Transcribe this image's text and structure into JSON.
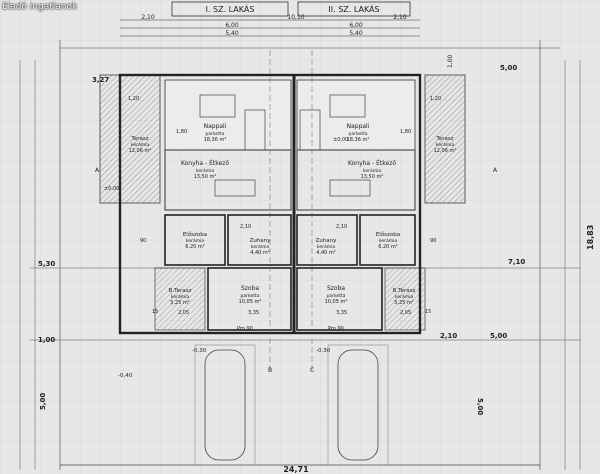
{
  "watermark": "Eladó ingatlanok",
  "headers": {
    "left": "I. SZ. LAKÁS",
    "right": "II. SZ. LAKÁS"
  },
  "colors": {
    "paper": "#e6e7e6",
    "ink": "#2a2a2a",
    "grid": "#b9bcbd",
    "background": "#cfd3d6"
  },
  "dimensions": {
    "top_total": "10,10",
    "top_left": "2,10",
    "top_right": "2,10",
    "top_mid_left": "6,00",
    "top_mid_right": "6,00",
    "top_inner_left": "5,40",
    "top_inner_right": "5,40",
    "left_side": "3,27",
    "right_side_top": "5,00",
    "right_corner": "1,00",
    "left_mid": "5,30",
    "right_mid": "7,10",
    "right_total": "18,83",
    "bottom_left": "1,00",
    "bottom_right_a": "2,10",
    "bottom_right_b": "5,00",
    "bottom_total": "24,71",
    "left_bottom": "5,00",
    "right_bottom": "5,00",
    "level_a": "-0,30",
    "level_b": "-0,30",
    "level_c": "-0,40",
    "level_zero": "±0,00",
    "pm_left": "Pm 90",
    "pm_right": "Pm 90",
    "dim_335": "3,35",
    "dim_205": "2,05",
    "dim_210": "2,10",
    "dim_120": "1,20",
    "dim_180": "1,80",
    "dim_90": "90",
    "dim_15": "15"
  },
  "rooms": [
    {
      "id": "nappali-left",
      "name": "Nappali",
      "floor": "parketta",
      "area": "18,36 m²"
    },
    {
      "id": "konyha-left",
      "name": "Konyha - Étkező",
      "floor": "kerámia",
      "area": "13,50 m²"
    },
    {
      "id": "terasz-left",
      "name": "Terasz",
      "floor": "kerámia",
      "area": "12,06 m²"
    },
    {
      "id": "elosz-left",
      "name": "Előszoba",
      "floor": "kerámia",
      "area": "6,20 m²"
    },
    {
      "id": "zuhany-left",
      "name": "Zuhany",
      "floor": "kerámia",
      "area": "4,40 m²"
    },
    {
      "id": "szoba-left",
      "name": "Szoba",
      "floor": "parketta",
      "area": "10,05 m²"
    },
    {
      "id": "bterasz-left",
      "name": "B.Terasz",
      "floor": "kerámia",
      "area": "5,25 m²"
    },
    {
      "id": "nappali-right",
      "name": "Nappali",
      "floor": "parketta",
      "area": "18,36 m²"
    },
    {
      "id": "konyha-right",
      "name": "Konyha - Étkező",
      "floor": "kerámia",
      "area": "13,50 m²"
    },
    {
      "id": "terasz-right",
      "name": "Terasz",
      "floor": "kerámia",
      "area": "12,06 m²"
    },
    {
      "id": "elosz-right",
      "name": "Előszoba",
      "floor": "kerámia",
      "area": "6,20 m²"
    },
    {
      "id": "zuhany-right",
      "name": "Zuhany",
      "floor": "kerámia",
      "area": "4,40 m²"
    },
    {
      "id": "szoba-right",
      "name": "Szoba",
      "floor": "parketta",
      "area": "10,05 m²"
    },
    {
      "id": "bterasz-right",
      "name": "B.Terasz",
      "floor": "kerámia",
      "area": "5,25 m²"
    }
  ],
  "section_marks": {
    "a": "A",
    "b": "B",
    "c": "C"
  }
}
